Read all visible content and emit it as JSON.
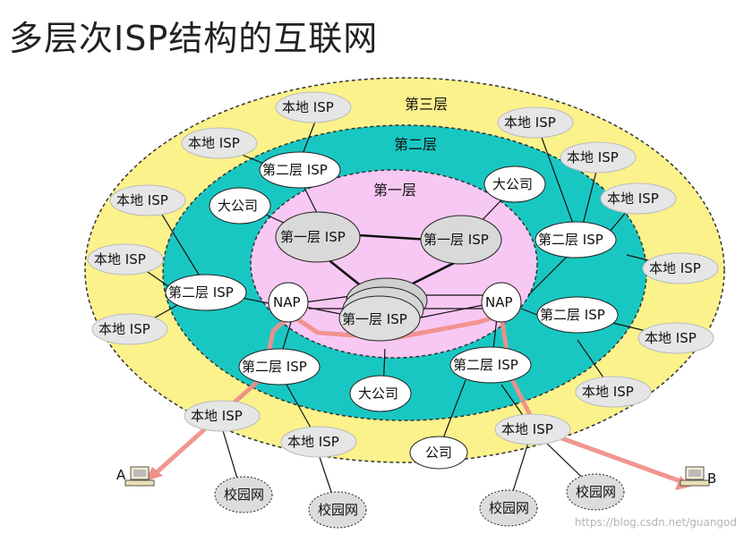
{
  "title": "多层次ISP结构的互联网",
  "layers": {
    "third": "第三层",
    "second": "第二层",
    "first": "第一层"
  },
  "labels": {
    "local_isp": "本地 ISP",
    "tier2_isp": "第二层 ISP",
    "tier1_isp": "第一层 ISP",
    "big_company": "大公司",
    "company": "公司",
    "nap": "NAP",
    "campus": "校园网",
    "host_a": "A",
    "host_b": "B"
  },
  "colors": {
    "outer_ring": "#fbf28c",
    "middle_ring": "#19c7c2",
    "inner_ring": "#f7c8f3",
    "route": "#f0908a",
    "node_fill": "#ffffff",
    "tier1_fill": "#d9d9d9",
    "cloud_fill": "#dcdcdc"
  },
  "watermark": "https://blog.csdn.net/guangod"
}
